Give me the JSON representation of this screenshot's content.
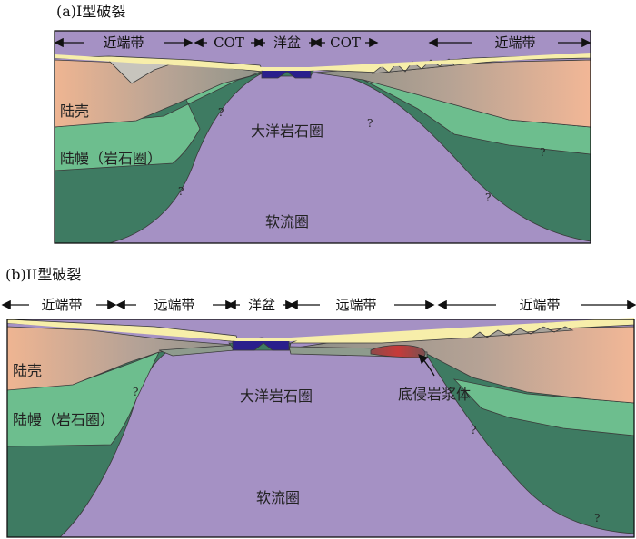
{
  "panel_a": {
    "title": "(a)I型破裂",
    "zones": [
      "近端带",
      "COT",
      "洋盆",
      "COT",
      "近端带"
    ],
    "labels": {
      "crust": "陆壳",
      "mantle": "陆幔（岩石圈）",
      "oceanic": "大洋岩石圈",
      "astheno": "软流圈"
    },
    "question_mark": "?"
  },
  "panel_b": {
    "title": "(b)II型破裂",
    "zones": [
      "近端带",
      "远端带",
      "洋盆",
      "远端带",
      "近端带"
    ],
    "labels": {
      "crust": "陆壳",
      "mantle": "陆幔（岩石圈）",
      "oceanic": "大洋岩石圈",
      "magma": "底侵岩浆体",
      "astheno": "软流圈"
    },
    "question_mark": "?"
  },
  "colors": {
    "asthenosphere": "#a591c4",
    "lithosphere_dark": "#3e7b62",
    "mantle_light": "#6dbe8e",
    "crust_left": "#eeb291",
    "crust_right": "#f0b593",
    "crust_mid": "#9c9890",
    "sediment": "#f7eeaa",
    "ocean_crust": "#2a1f8c",
    "magma": "#b84040"
  }
}
